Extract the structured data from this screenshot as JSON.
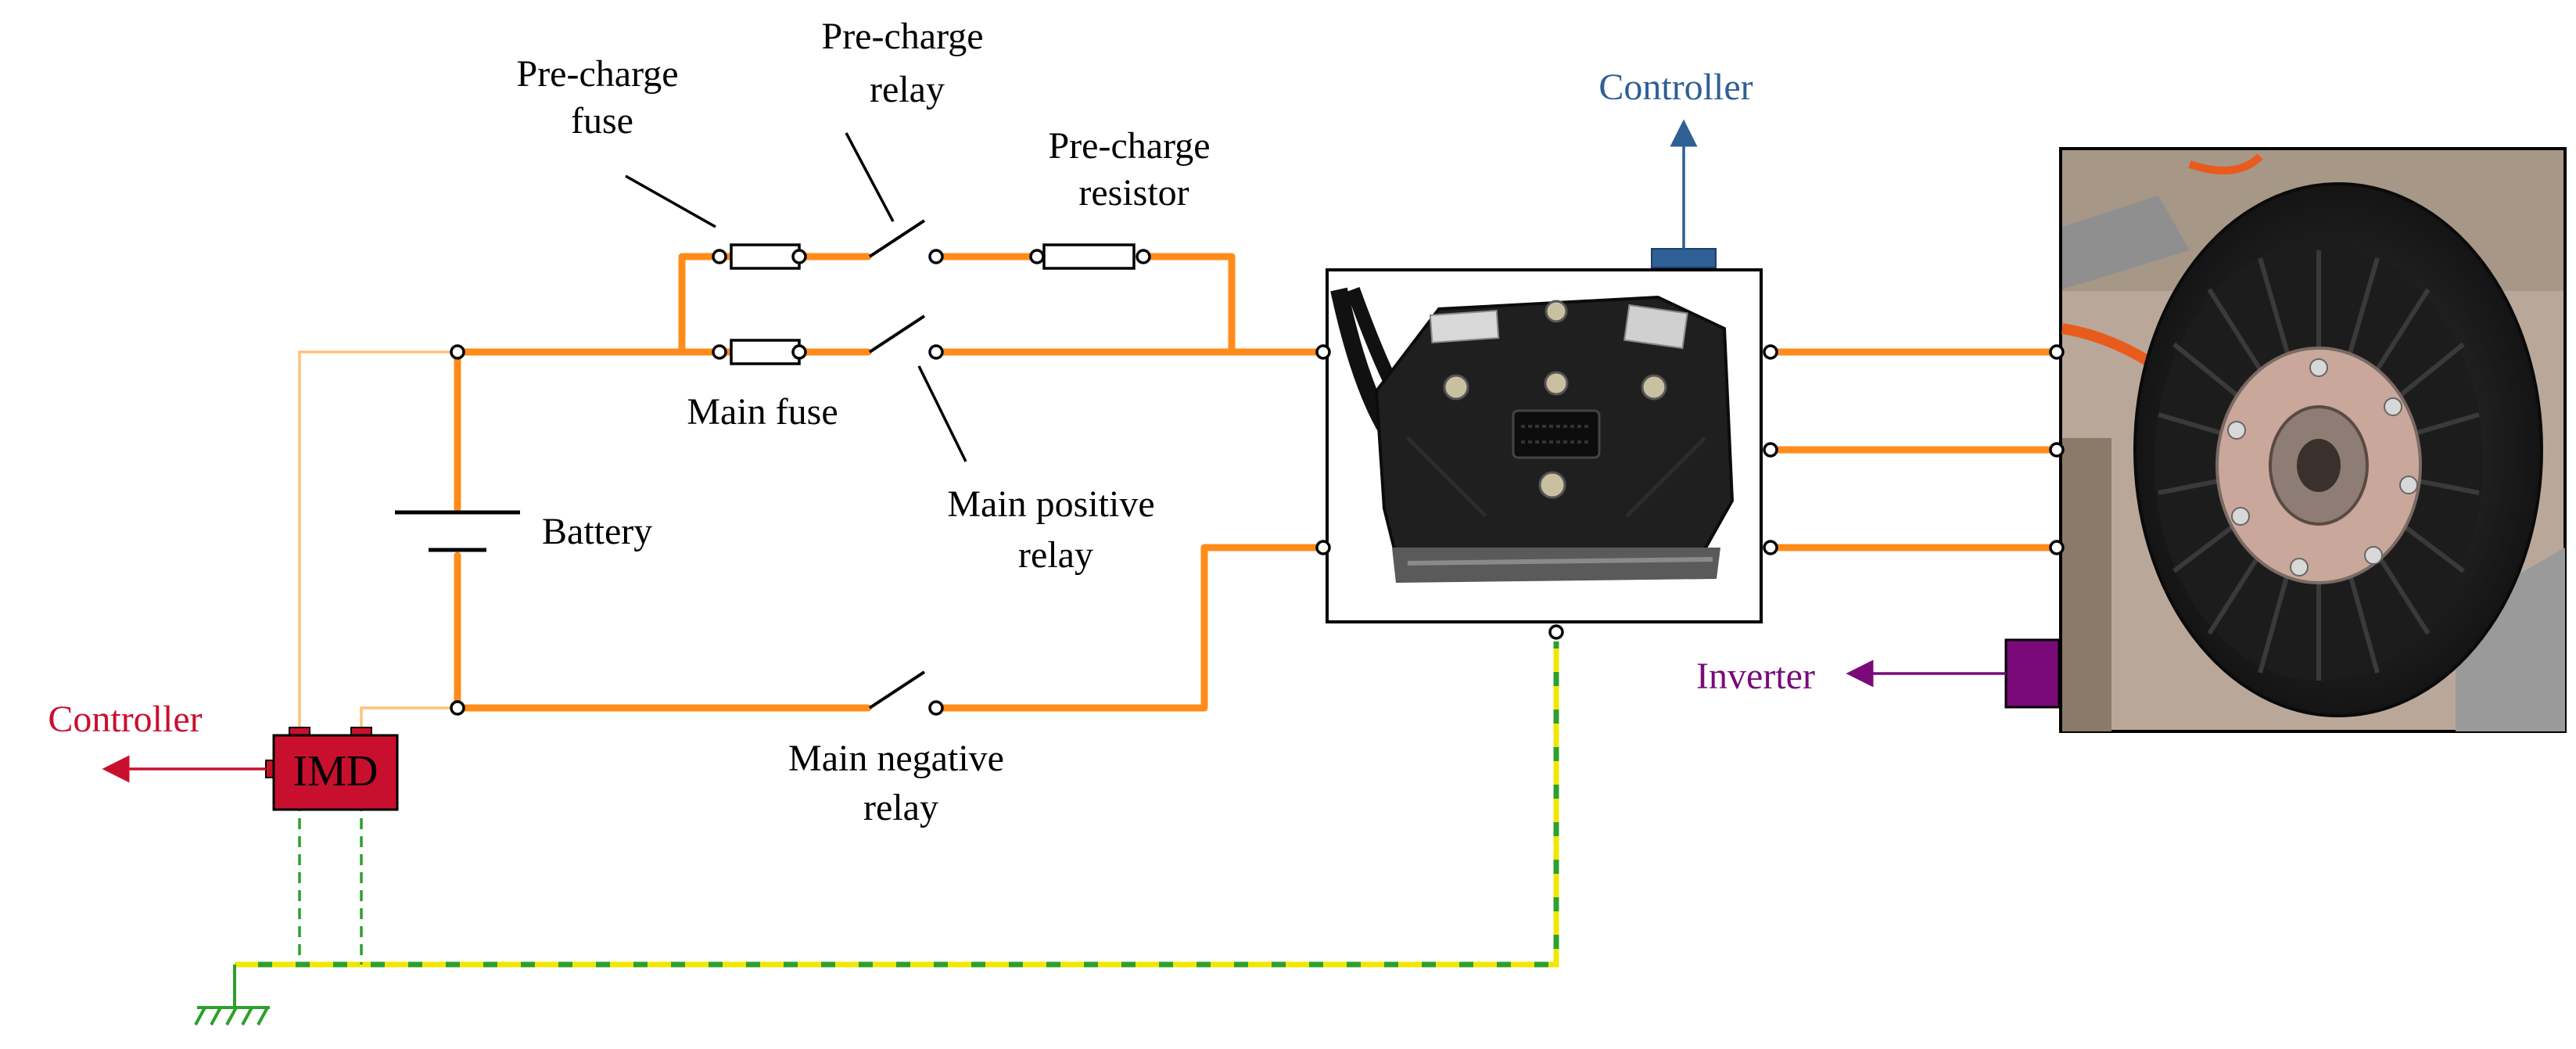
{
  "labels": {
    "precharge_fuse": [
      "Pre-charge",
      "fuse"
    ],
    "precharge_relay": [
      "Pre-charge",
      "relay"
    ],
    "precharge_resistor": [
      "Pre-charge",
      "resistor"
    ],
    "main_fuse": "Main fuse",
    "main_positive_relay": [
      "Main positive",
      "relay"
    ],
    "battery": "Battery",
    "main_negative_relay": [
      "Main negative",
      "relay"
    ],
    "controller_top": "Controller",
    "controller_left": "Controller",
    "inverter": "Inverter",
    "imd": "IMD"
  },
  "colors": {
    "hv_wire": "#ff8c1a",
    "ground_wire": "#2ca02c",
    "ground_dash": "#f2e600",
    "imd_fill": "#c8102e",
    "controller_top": "#2e5f95",
    "controller_left": "#c8102e",
    "inverter": "#7a0a7a"
  },
  "icons": {
    "controller_photo": "motor-controller-image",
    "motor_photo": "electric-motor-image",
    "ground": "ground-symbol-icon"
  }
}
